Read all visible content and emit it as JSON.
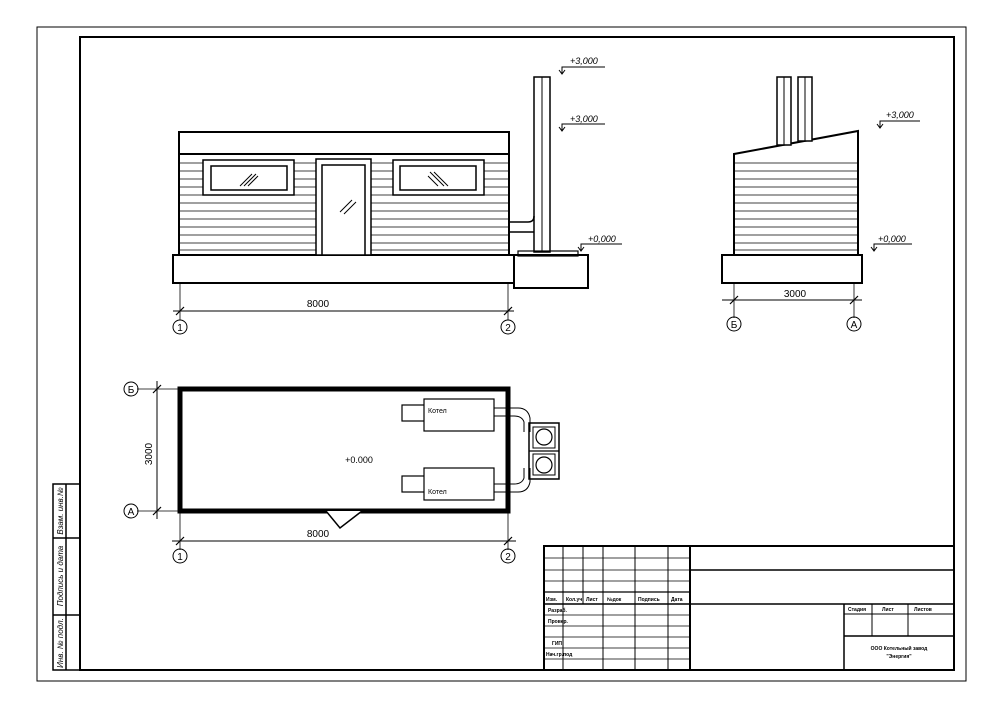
{
  "front_view": {
    "dimension": "8000",
    "axis_left": "1",
    "axis_right": "2",
    "levels": [
      "+3,000",
      "+3,000",
      "+0,000"
    ]
  },
  "side_view": {
    "dimension": "3000",
    "axis_left": "Б",
    "axis_right": "А",
    "levels": [
      "+3,000",
      "+0,000"
    ]
  },
  "plan_view": {
    "width_dimension": "8000",
    "height_dimension": "3000",
    "level": "+0.000",
    "boiler_1": "Котел",
    "boiler_2": "Котел",
    "axis_top": "Б",
    "axis_bottom": "А",
    "axis_left": "1",
    "axis_right": "2"
  },
  "side_stamp": {
    "field_1": "Инв. № подл.",
    "field_2": "Подпись и дата",
    "field_3": "Взам. инв.№"
  },
  "title_block": {
    "col_headers": [
      "Изм.",
      "Кол.уч",
      "Лист",
      "№док",
      "Подпись",
      "Дата"
    ],
    "row_labels": [
      "Разраб.",
      "Провер.",
      "",
      "ГИП",
      "Нач.гр.под"
    ],
    "sheet_headers": [
      "Стадия",
      "Лист",
      "Листов"
    ],
    "organization_line1": "ООО Котельный завод",
    "organization_line2": "\"Энергия\""
  }
}
